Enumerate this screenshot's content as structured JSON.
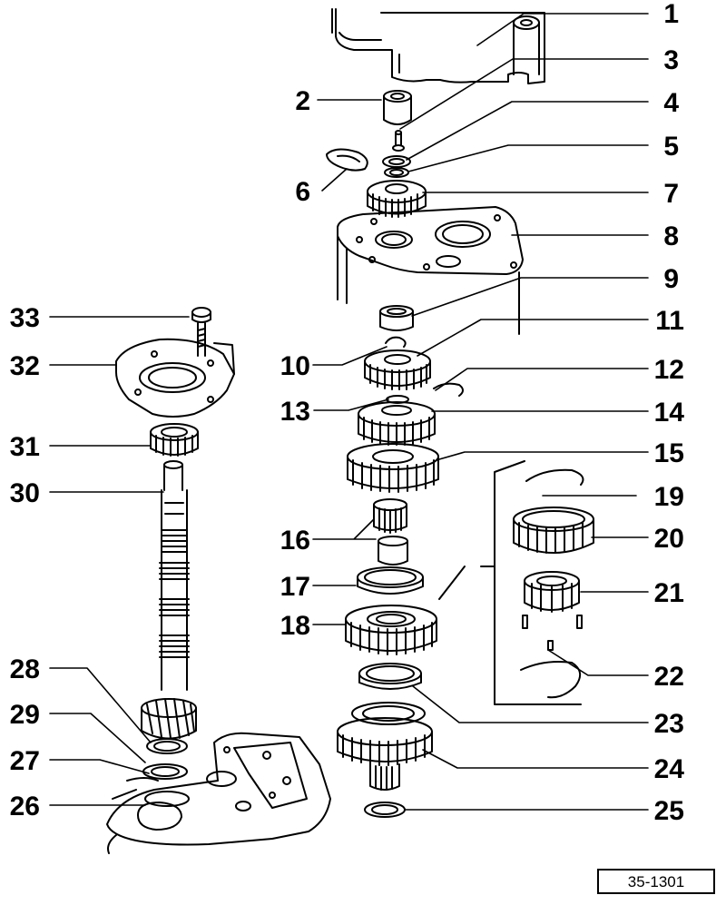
{
  "figure": {
    "reference": "35-1301",
    "callouts": [
      "1",
      "2",
      "3",
      "4",
      "5",
      "6",
      "7",
      "8",
      "9",
      "10",
      "11",
      "12",
      "13",
      "14",
      "15",
      "16",
      "17",
      "18",
      "19",
      "20",
      "21",
      "22",
      "23",
      "24",
      "25",
      "26",
      "27",
      "28",
      "29",
      "30",
      "31",
      "32",
      "33"
    ]
  }
}
